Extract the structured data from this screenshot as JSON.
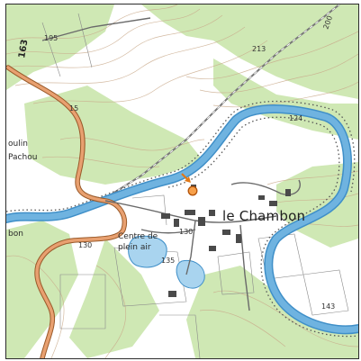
{
  "map": {
    "place_label": "le Chambon",
    "leisure_label_line1": "Centre de",
    "leisure_label_line2": "plein air",
    "mill_label_line1": "oulin",
    "mill_label_line2": "Pachou",
    "partial_label": "bon",
    "road_number": "163",
    "spot_heights": {
      "h195": "195",
      "h213": "213",
      "h200": "200",
      "h124": "124",
      "h15": "15",
      "h130a": "130",
      "h130b": "130",
      "h135": "135",
      "h143": "143"
    },
    "colors": {
      "river": "#6fb3e0",
      "river_edge": "#3f8fc8",
      "forest": "#cfe8b4",
      "road_main": "#e8a070",
      "contour": "#c9a98a",
      "marker": "#f07a18"
    },
    "marker_icon": "location-circle-icon",
    "arrow_icon": "arrow-icon"
  }
}
